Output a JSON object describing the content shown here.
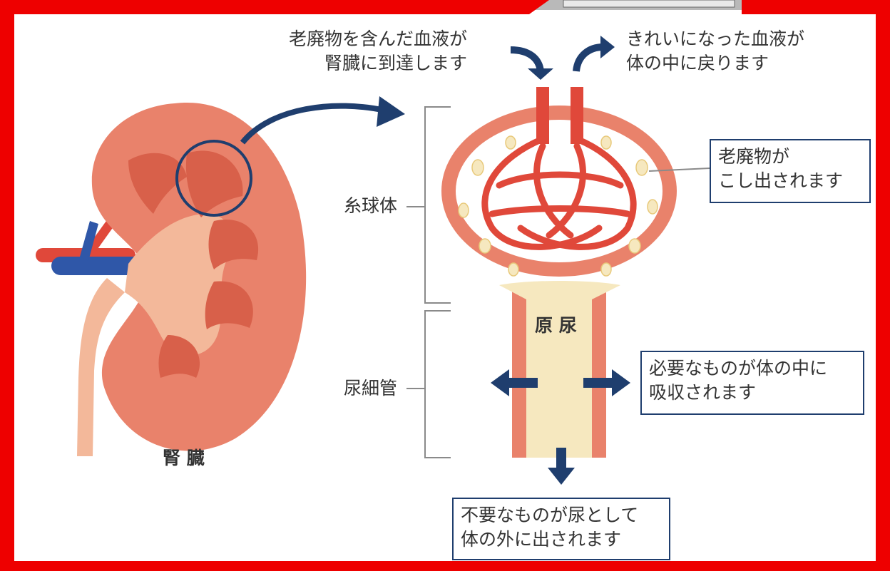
{
  "colors": {
    "frame": "#ee0000",
    "kidney": "#e9826b",
    "kidney_dark": "#d8604a",
    "vessel_red": "#e0483a",
    "vessel_blue": "#2f57a8",
    "navy": "#1f3e6e",
    "urine": "#f6e8bf",
    "text": "#333333"
  },
  "icons": [
    "curved-arrow-down-icon",
    "curved-arrow-up-icon",
    "arrow-left-icon",
    "arrow-right-icon",
    "arrow-down-icon"
  ],
  "labels": {
    "blood_in": [
      "老廃物を含んだ血液が",
      "腎臓に到達します"
    ],
    "blood_out": [
      "きれいになった血液が",
      "体の中に戻ります"
    ],
    "glomerulus": "糸球体",
    "tubule": "尿細管",
    "kidney": "腎 臓",
    "primary_urine": "原 尿",
    "waste_box": [
      "老廃物が",
      "こし出されます"
    ],
    "absorb_box": [
      "必要なものが体の中に",
      "吸収されます"
    ],
    "excrete_box": [
      "不要なものが尿として",
      "体の外に出されます"
    ]
  }
}
